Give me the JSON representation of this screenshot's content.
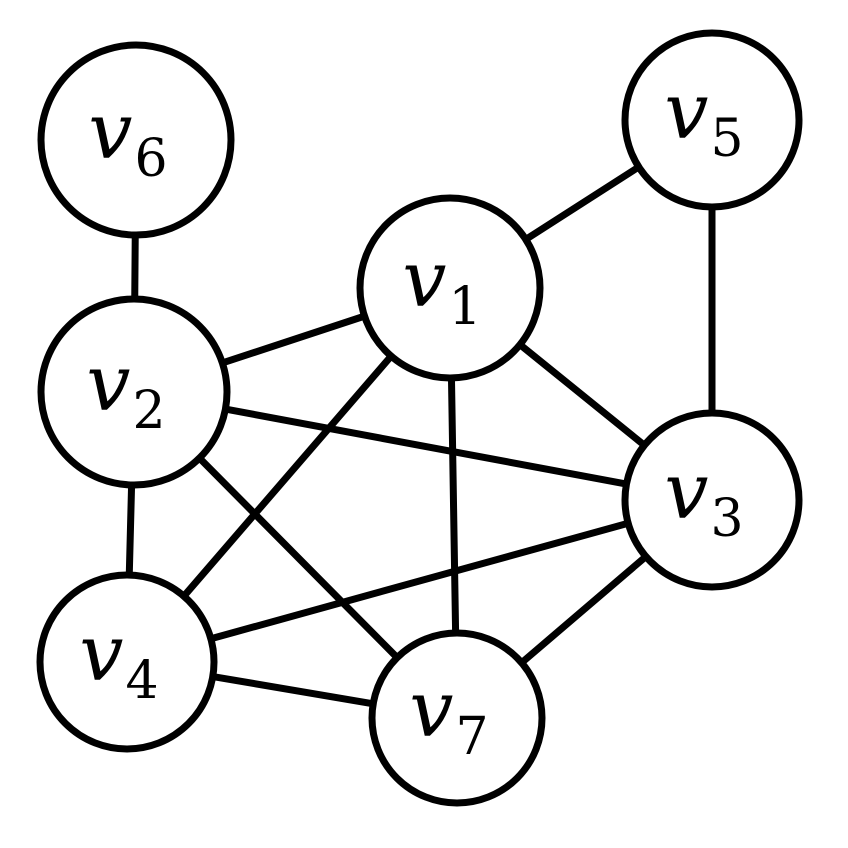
{
  "graph": {
    "nodes": [
      {
        "id": "v1",
        "var": "v",
        "sub": "1"
      },
      {
        "id": "v2",
        "var": "v",
        "sub": "2"
      },
      {
        "id": "v3",
        "var": "v",
        "sub": "3"
      },
      {
        "id": "v4",
        "var": "v",
        "sub": "4"
      },
      {
        "id": "v5",
        "var": "v",
        "sub": "5"
      },
      {
        "id": "v6",
        "var": "v",
        "sub": "6"
      },
      {
        "id": "v7",
        "var": "v",
        "sub": "7"
      }
    ],
    "edges": [
      [
        "v6",
        "v2"
      ],
      [
        "v1",
        "v5"
      ],
      [
        "v5",
        "v3"
      ],
      [
        "v1",
        "v2"
      ],
      [
        "v1",
        "v3"
      ],
      [
        "v1",
        "v4"
      ],
      [
        "v1",
        "v7"
      ],
      [
        "v2",
        "v3"
      ],
      [
        "v2",
        "v4"
      ],
      [
        "v2",
        "v7"
      ],
      [
        "v3",
        "v4"
      ],
      [
        "v3",
        "v7"
      ],
      [
        "v4",
        "v7"
      ]
    ],
    "colors": {
      "stroke": "#000000",
      "fill": "#ffffff"
    }
  }
}
